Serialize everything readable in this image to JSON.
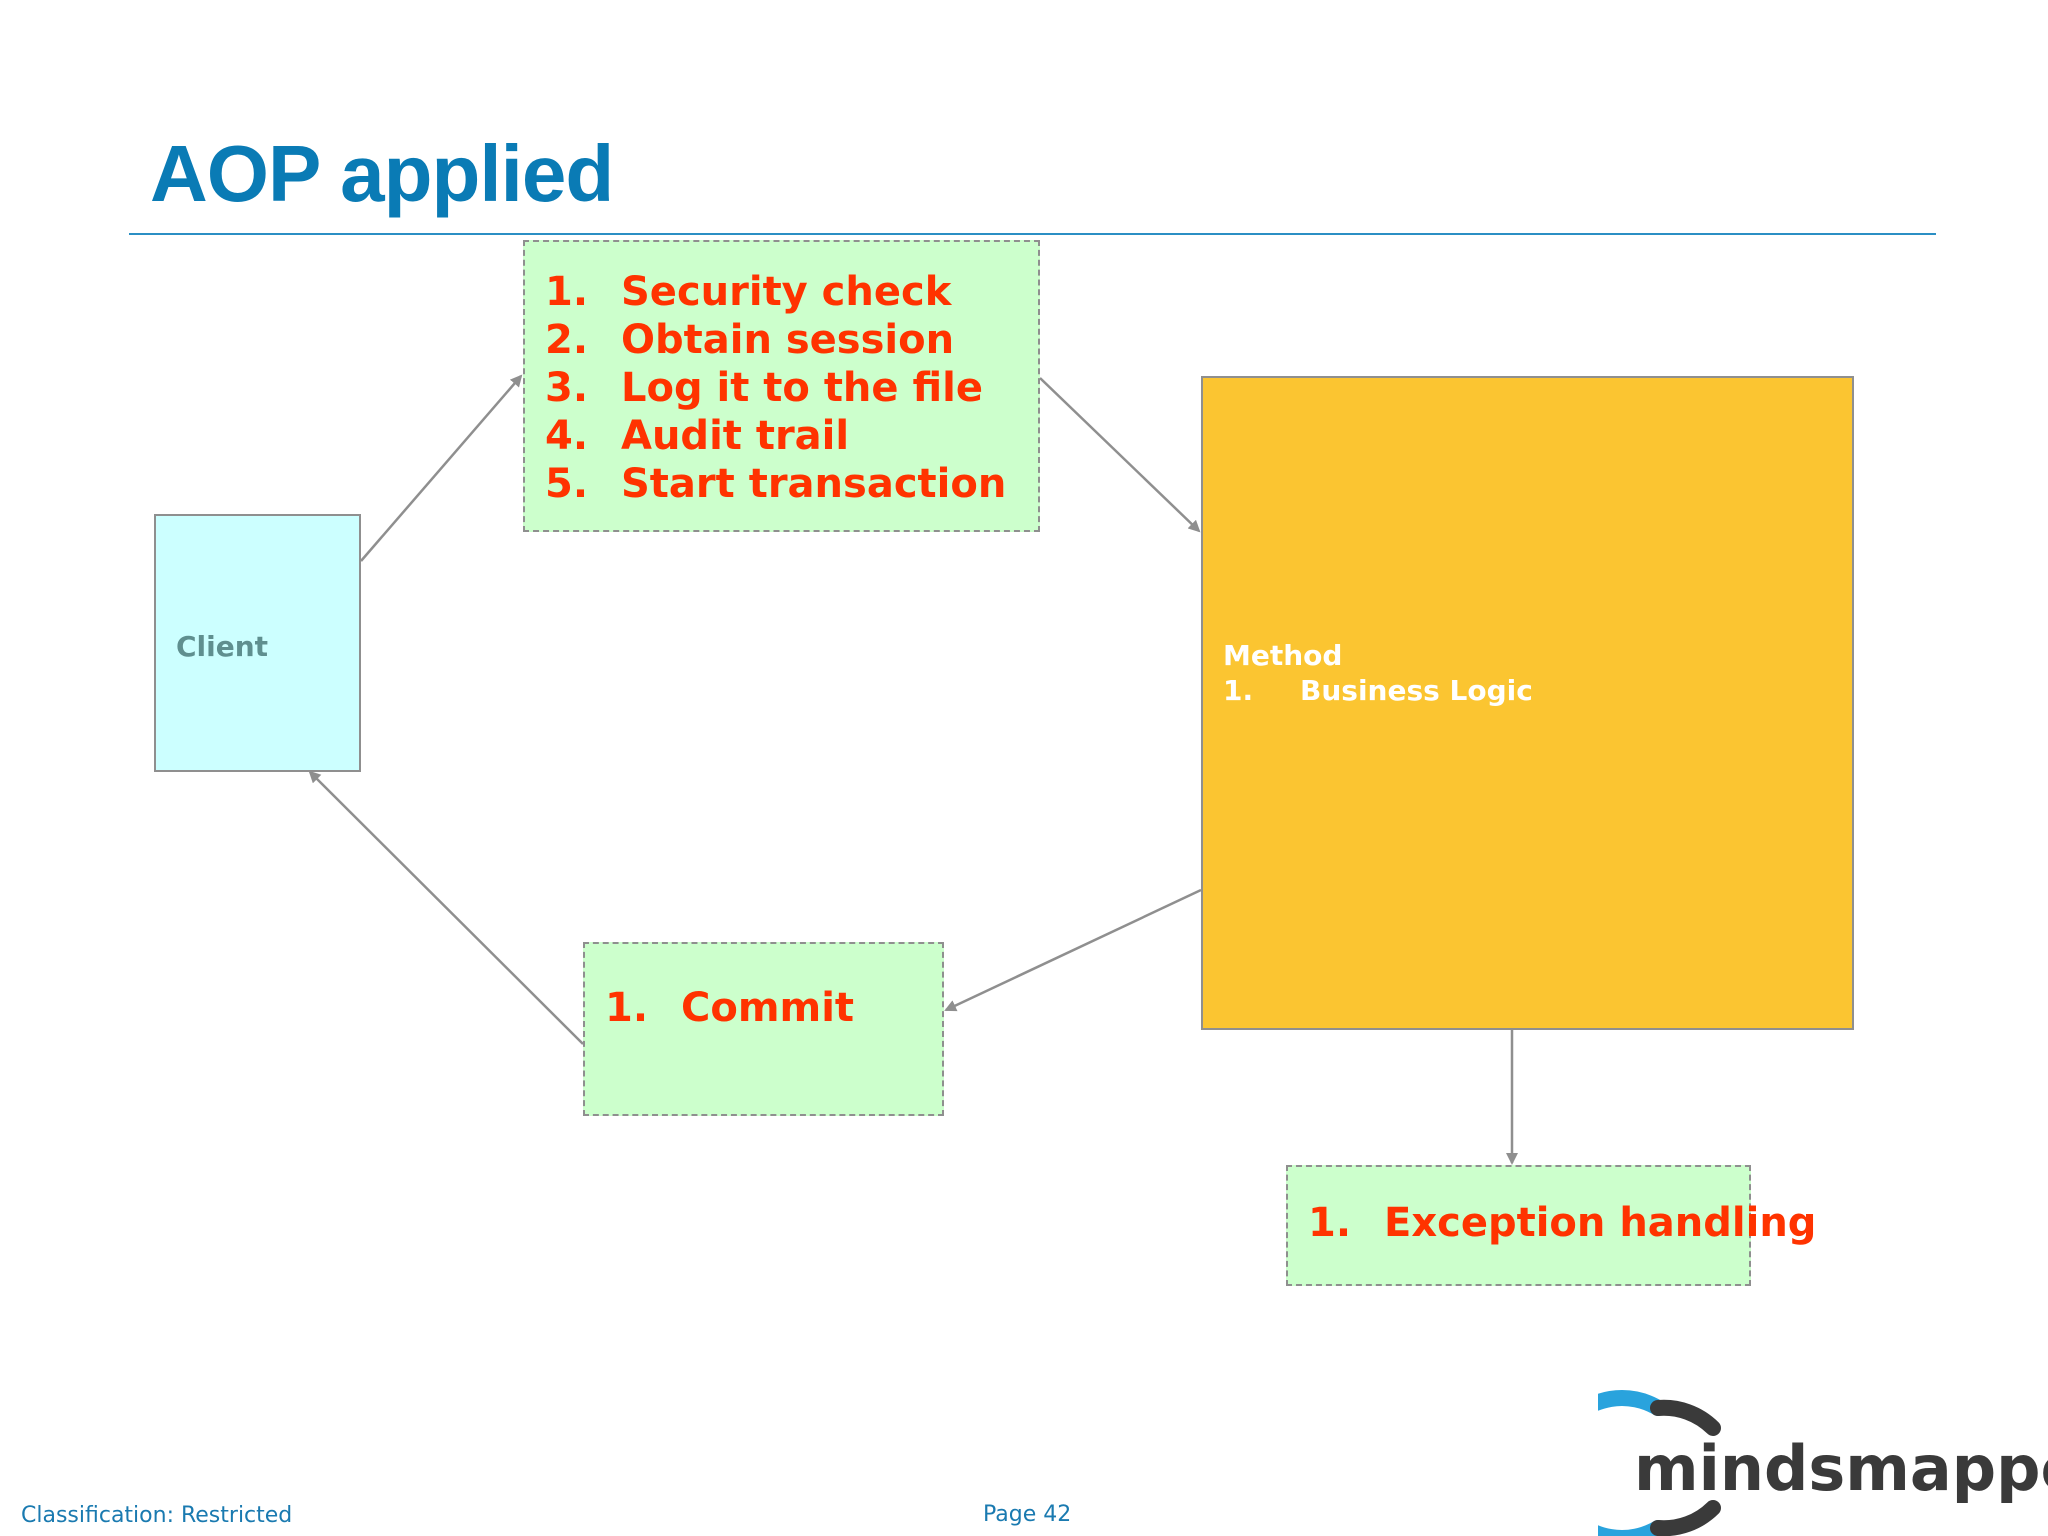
{
  "slide": {
    "title": "AOP applied"
  },
  "diagram": {
    "client": {
      "label": "Client"
    },
    "before_advice": {
      "items": [
        {
          "num": "1.",
          "text": "Security check"
        },
        {
          "num": "2.",
          "text": "Obtain session"
        },
        {
          "num": "3.",
          "text": "Log it to the file"
        },
        {
          "num": "4.",
          "text": "Audit trail"
        },
        {
          "num": "5.",
          "text": "Start transaction"
        }
      ]
    },
    "method": {
      "title": "Method",
      "items": [
        {
          "num": "1.",
          "text": "Business Logic"
        }
      ]
    },
    "after_advice": {
      "items": [
        {
          "num": "1.",
          "text": "Commit"
        }
      ]
    },
    "exception_advice": {
      "items": [
        {
          "num": "1.",
          "text": "Exception handling"
        }
      ]
    }
  },
  "footer": {
    "classification": "Classification: Restricted",
    "page": "Page 42"
  },
  "logo": {
    "text": "mindsmapped",
    "colors": {
      "blue": "#29a3dd",
      "dark": "#3a3a3a"
    }
  },
  "colors": {
    "title": "#0a7bb5",
    "aspect_text": "#ff3300",
    "aspect_fill": "#ccffcc",
    "client_fill": "#ccffff",
    "method_fill": "#fbc531",
    "connector": "#8f8f8f"
  }
}
